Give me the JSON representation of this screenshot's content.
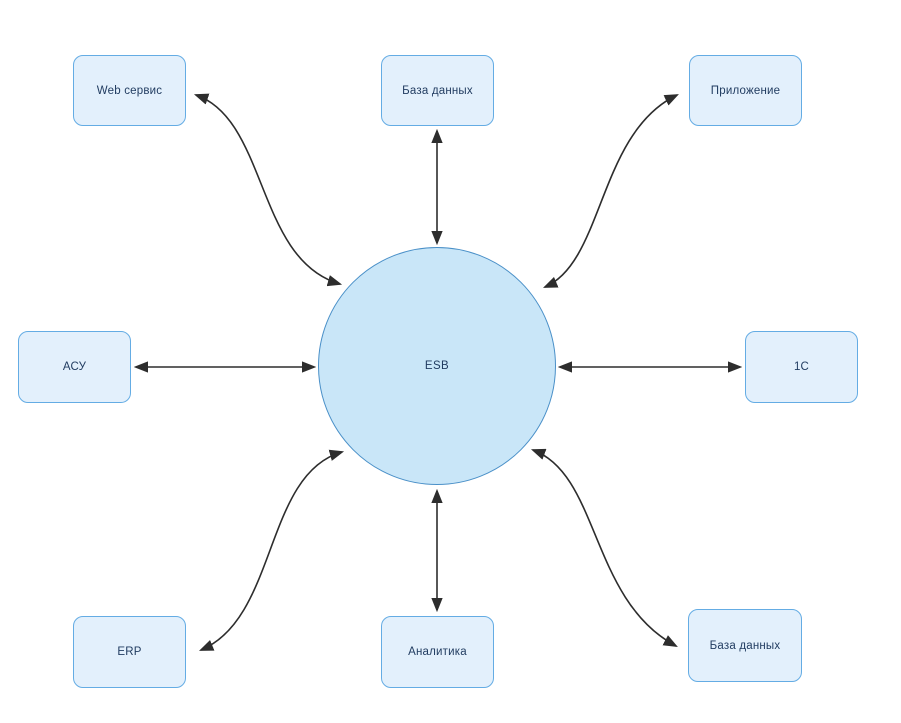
{
  "diagram": {
    "hub": {
      "label": "ESB"
    },
    "nodes": [
      {
        "id": "web-service",
        "label": "Web сервис"
      },
      {
        "id": "database-top",
        "label": "База данных"
      },
      {
        "id": "application",
        "label": "Приложение"
      },
      {
        "id": "asu",
        "label": "АСУ"
      },
      {
        "id": "1c",
        "label": "1С"
      },
      {
        "id": "erp",
        "label": "ERP"
      },
      {
        "id": "analytics",
        "label": "Аналитика"
      },
      {
        "id": "database-bottom",
        "label": "База данных"
      }
    ],
    "connections": [
      "web-service <-> ESB",
      "database-top <-> ESB",
      "application <-> ESB",
      "asu <-> ESB",
      "1c <-> ESB",
      "erp <-> ESB",
      "analytics <-> ESB",
      "database-bottom <-> ESB"
    ],
    "colors": {
      "node_fill": "#e3f0fc",
      "node_border": "#64ace4",
      "hub_fill": "#c9e6f8",
      "hub_border": "#4a90c8",
      "text": "#1f3a5f",
      "arrow": "#2d2d2d",
      "background": "#ffffff"
    }
  }
}
